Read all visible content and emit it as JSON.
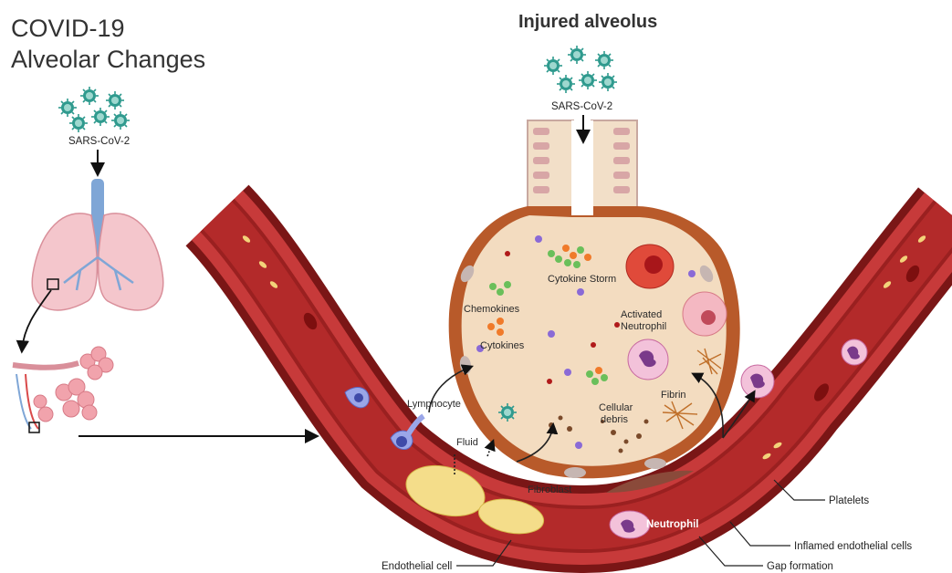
{
  "title": {
    "line1": "COVID-19",
    "line2": "Alveolar Changes"
  },
  "heading": "Injured alveolus",
  "virus_label_left": "SARS-CoV-2",
  "virus_label_top": "SARS-CoV-2",
  "inner_labels": {
    "cytokine_storm": "Cytokine Storm",
    "chemokines": "Chemokines",
    "cytokines": "Cytokines",
    "activated_neutrophil_1": "Activated",
    "activated_neutrophil_2": "Neutrophil",
    "cellular_debris_1": "Cellular",
    "cellular_debris_2": "debris",
    "fibrin": "Fibrin",
    "lymphocyte": "Lymphocyte",
    "fluid": "Fluid",
    "fibroblast": "Fibroblast",
    "neutrophil": "Neutrophil"
  },
  "callouts": {
    "platelets": "Platelets",
    "inflamed_endothelial_cells": "Inflamed endothelial cells",
    "gap_formation": "Gap formation",
    "endothelial_cell": "Endothelial cell"
  },
  "colors": {
    "vessel_outer": "#8e1a1a",
    "vessel_inner": "#c73a3a",
    "alveolus_fill": "#f3dcc0",
    "alveolus_wall": "#b85a2a",
    "virus": "#2f9a8e",
    "lung": "#f4c6cc",
    "trachea": "#7fa6d6",
    "text": "#333333"
  },
  "icons": [
    "virus-icon",
    "lung-icon",
    "alveoli-cluster-icon",
    "arrow-icon",
    "neutrophil-icon",
    "lymphocyte-icon",
    "fibrin-icon",
    "platelet-icon"
  ]
}
